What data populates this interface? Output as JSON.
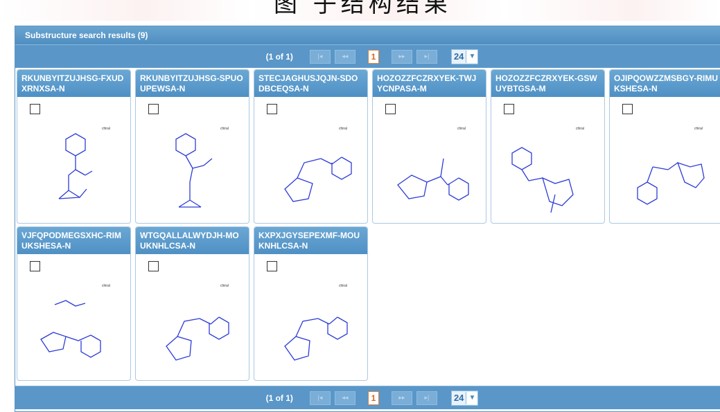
{
  "caption": "图  子结构结果",
  "panel": {
    "title": "Substructure search results (9)"
  },
  "paginator": {
    "page_info": "(1 of 1)",
    "first_icon": "first-page-icon",
    "prev_icon": "prev-page-icon",
    "current_page": "1",
    "next_icon": "next-page-icon",
    "last_icon": "last-page-icon",
    "rows_per_page": "24"
  },
  "colors": {
    "header": "#4f8ec1",
    "accent": "#d6651f",
    "bond": "#2c3bd6"
  },
  "results": [
    {
      "name": "RKUNBYITZUJHSG-FXUDXRNXSA-N",
      "label": "chiral"
    },
    {
      "name": "RKUNBYITZUJHSG-SPUOUPEWSA-N",
      "label": "chiral"
    },
    {
      "name": "STECJAGHUSJQJN-SDODBCEQSA-N",
      "label": "chiral"
    },
    {
      "name": "HOZOZZFCZRXYEK-TWJYCNPASA-M",
      "label": "chiral"
    },
    {
      "name": "HOZOZZFCZRXYEK-GSWUYBTGSA-M",
      "label": "chiral"
    },
    {
      "name": "OJIPQOWZZMSBGY-RIMUKSHESA-N",
      "label": "chiral"
    },
    {
      "name": "VJFQPODMEGSXHC-RIMUKSHESA-N",
      "label": "chiral"
    },
    {
      "name": "WTGQALLALWYDJH-MOUKNHLCSA-N",
      "label": "chiral"
    },
    {
      "name": "KXPXJGYSEPEXMF-MOUKNHLCSA-N",
      "label": "chiral"
    }
  ]
}
